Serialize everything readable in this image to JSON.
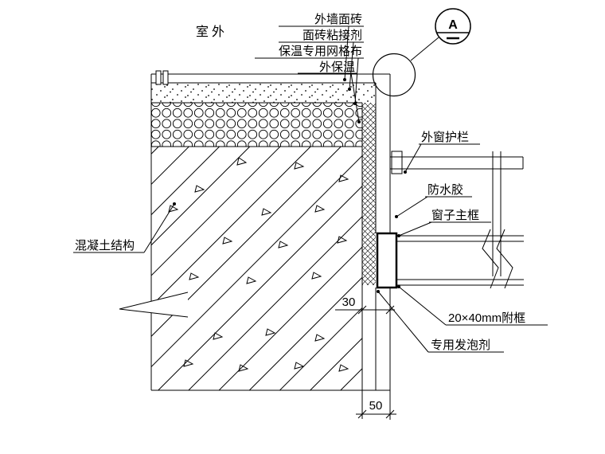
{
  "drawing": {
    "site_label": "室外",
    "detail_marker": {
      "letter": "A"
    },
    "callouts": {
      "wall_tile": "外墙面砖",
      "tile_adhesive": "面砖粘接剂",
      "insulation_mesh": "保温专用网格布",
      "external_insulation": "外保温",
      "window_guardrail": "外窗护栏",
      "waterproof_sealant": "防水胶",
      "window_main_frame": "窗子主框",
      "concrete_structure": "混凝土结构",
      "attached_frame": "20×40mm附框",
      "foaming_agent": "专用发泡剂"
    },
    "dimensions": {
      "insulation_gap": "30",
      "sill_offset": "50"
    },
    "colors": {
      "line": "#000000",
      "background": "#ffffff"
    }
  }
}
